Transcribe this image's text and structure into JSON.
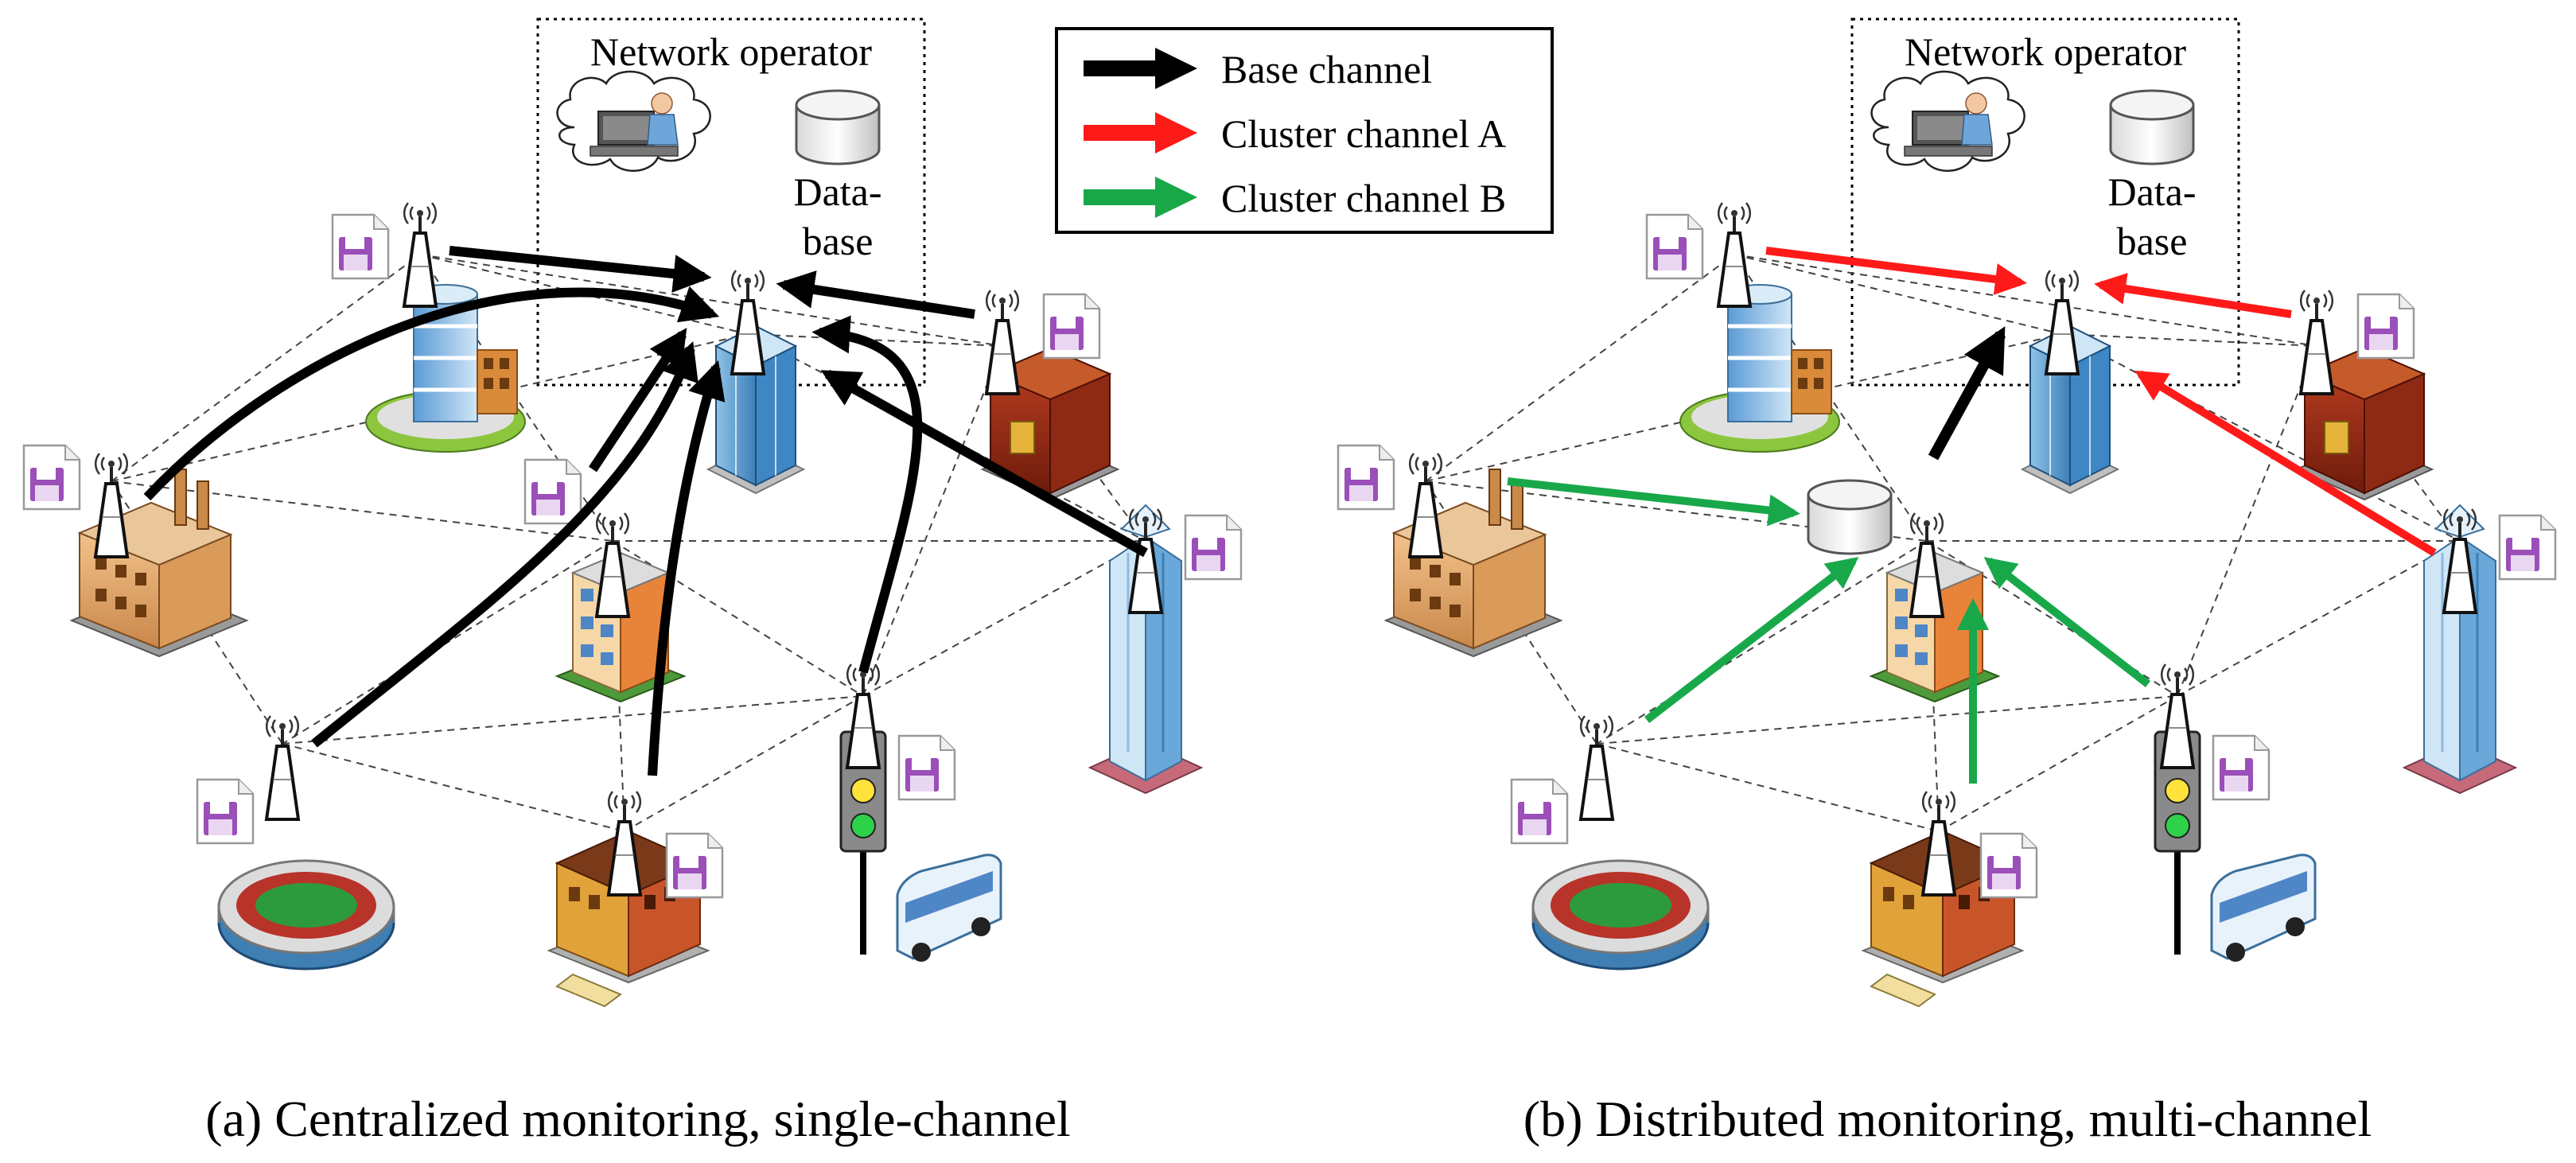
{
  "legend": {
    "items": [
      {
        "label": "Base channel",
        "color": "#000000"
      },
      {
        "label": "Cluster channel A",
        "color": "#ff1a1a"
      },
      {
        "label": "Cluster channel B",
        "color": "#18a84a"
      }
    ]
  },
  "panels": {
    "a": {
      "caption": "(a) Centralized monitoring, single-channel",
      "operator_title": "Network operator",
      "database_line1": "Data-",
      "database_line2": "base"
    },
    "b": {
      "caption": "(b) Distributed monitoring, multi-channel",
      "operator_title": "Network operator",
      "database_line1": "Data-",
      "database_line2": "base"
    }
  },
  "icons": {
    "cell_tower": "cell-tower-icon",
    "data_file": "data-file-icon",
    "database": "database-cylinder-icon",
    "operator": "operator-workstation-icon",
    "cloud": "cloud-icon",
    "traffic_light": "traffic-light-icon",
    "bus": "bus-icon"
  },
  "colors": {
    "base": "#000000",
    "cluster_a": "#ff1a1a",
    "cluster_b": "#18a84a",
    "file": "#9b4fb8"
  }
}
